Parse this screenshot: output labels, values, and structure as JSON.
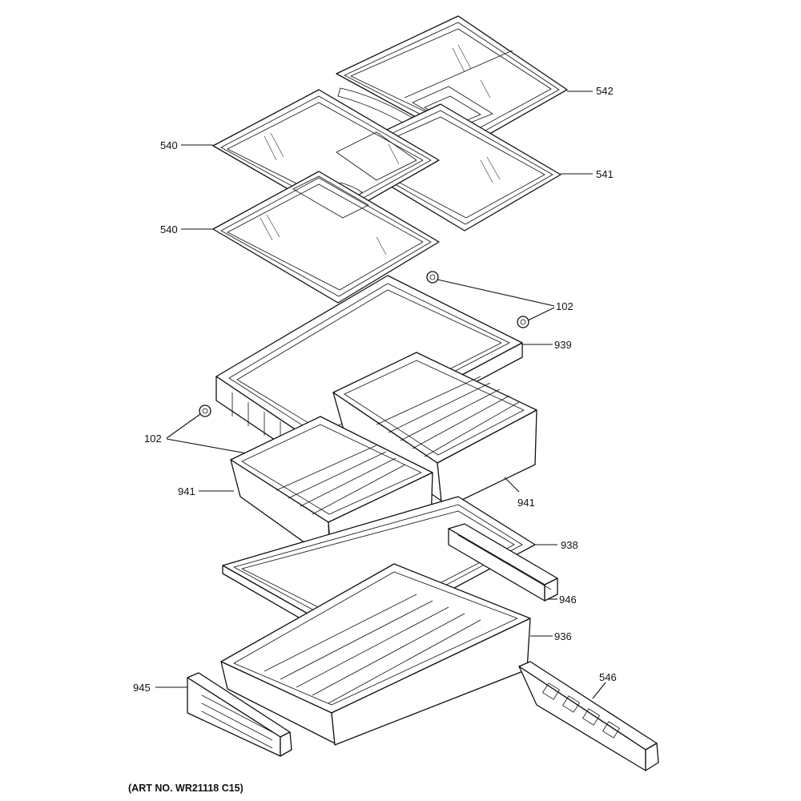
{
  "callouts": {
    "c542": "542",
    "c540a": "540",
    "c541": "541",
    "c540b": "540",
    "c102a": "102",
    "c939": "939",
    "c102b": "102",
    "c941a": "941",
    "c941b": "941",
    "c938": "938",
    "c946": "946",
    "c936": "936",
    "c945": "945",
    "c546": "546"
  },
  "art_number": "(ART NO. WR21118 C15)"
}
